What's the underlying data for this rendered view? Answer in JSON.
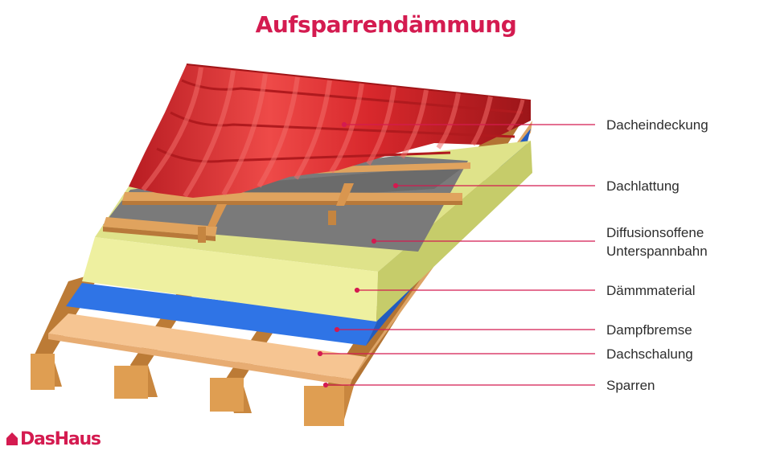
{
  "title": "Aufsparrendämmung",
  "labels": [
    {
      "id": "dacheindeckung",
      "text": "Dacheindeckung"
    },
    {
      "id": "dachlattung",
      "text": "Dachlattung"
    },
    {
      "id": "unterspannbahn",
      "lines": [
        "Diffusionsoffene",
        "Unterspannbahn"
      ]
    },
    {
      "id": "daemmmaterial",
      "text": "Dämmmaterial"
    },
    {
      "id": "dampfbremse",
      "text": "Dampfbremse"
    },
    {
      "id": "dachschalung",
      "text": "Dachschalung"
    },
    {
      "id": "sparren",
      "text": "Sparren"
    }
  ],
  "logo": {
    "text": "DasHaus",
    "icon": "house-icon"
  },
  "colors": {
    "accent": "#d41b50",
    "tile": "#d42a2f",
    "batten": "#dfa05c",
    "membrane": "#7a7a7a",
    "insulation": "#eef0a0",
    "vapor_barrier": "#2f74e6",
    "decking": "#f6c592",
    "rafter": "#d89a4f"
  }
}
